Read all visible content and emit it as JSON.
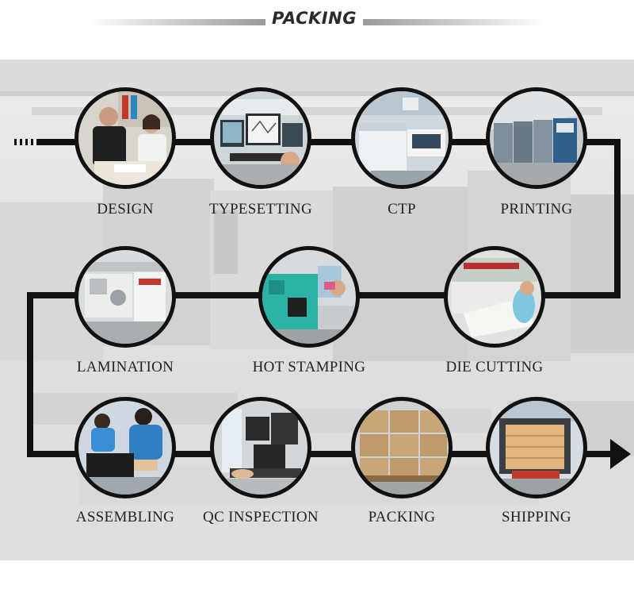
{
  "header": {
    "title": "PACKING"
  },
  "steps": [
    {
      "label": "DESIGN"
    },
    {
      "label": "TYPESETTING"
    },
    {
      "label": "CTP"
    },
    {
      "label": "PRINTING"
    },
    {
      "label": "LAMINATION"
    },
    {
      "label": "HOT STAMPING"
    },
    {
      "label": "DIE CUTTING"
    },
    {
      "label": "ASSEMBLING"
    },
    {
      "label": "QC INSPECTION"
    },
    {
      "label": "PACKING"
    },
    {
      "label": "SHIPPING"
    }
  ],
  "colors": {
    "line": "#111111",
    "label": "#222222",
    "background": "#e3e3e3",
    "accent_teal": "#2bb3a6",
    "accent_blue": "#3a8fd4",
    "carton": "#c9a677"
  }
}
